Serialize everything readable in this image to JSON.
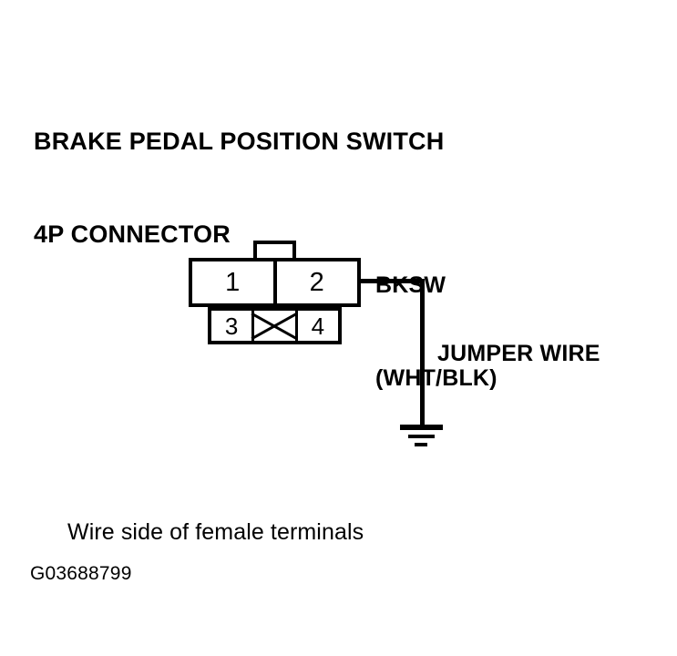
{
  "diagram": {
    "title_lines": [
      "BRAKE PEDAL POSITION SWITCH",
      "4P CONNECTOR"
    ],
    "connector": {
      "locking_tab": "locking-tab",
      "top_row": [
        {
          "number": "1",
          "type": "cavity"
        },
        {
          "number": "2",
          "type": "cavity"
        }
      ],
      "bottom_row": [
        {
          "number": "3",
          "type": "cavity"
        },
        {
          "number": "",
          "type": "blocked"
        },
        {
          "number": "4",
          "type": "cavity"
        }
      ]
    },
    "wire_label": {
      "circuit": "BKSW",
      "color_code": "(WHT/BLK)"
    },
    "jumper_label": "JUMPER WIRE",
    "caption": "Wire side of female terminals",
    "reference_code": "G03688799",
    "colors": {
      "background": "#ffffff",
      "line": "#000000",
      "text": "#000000"
    }
  }
}
